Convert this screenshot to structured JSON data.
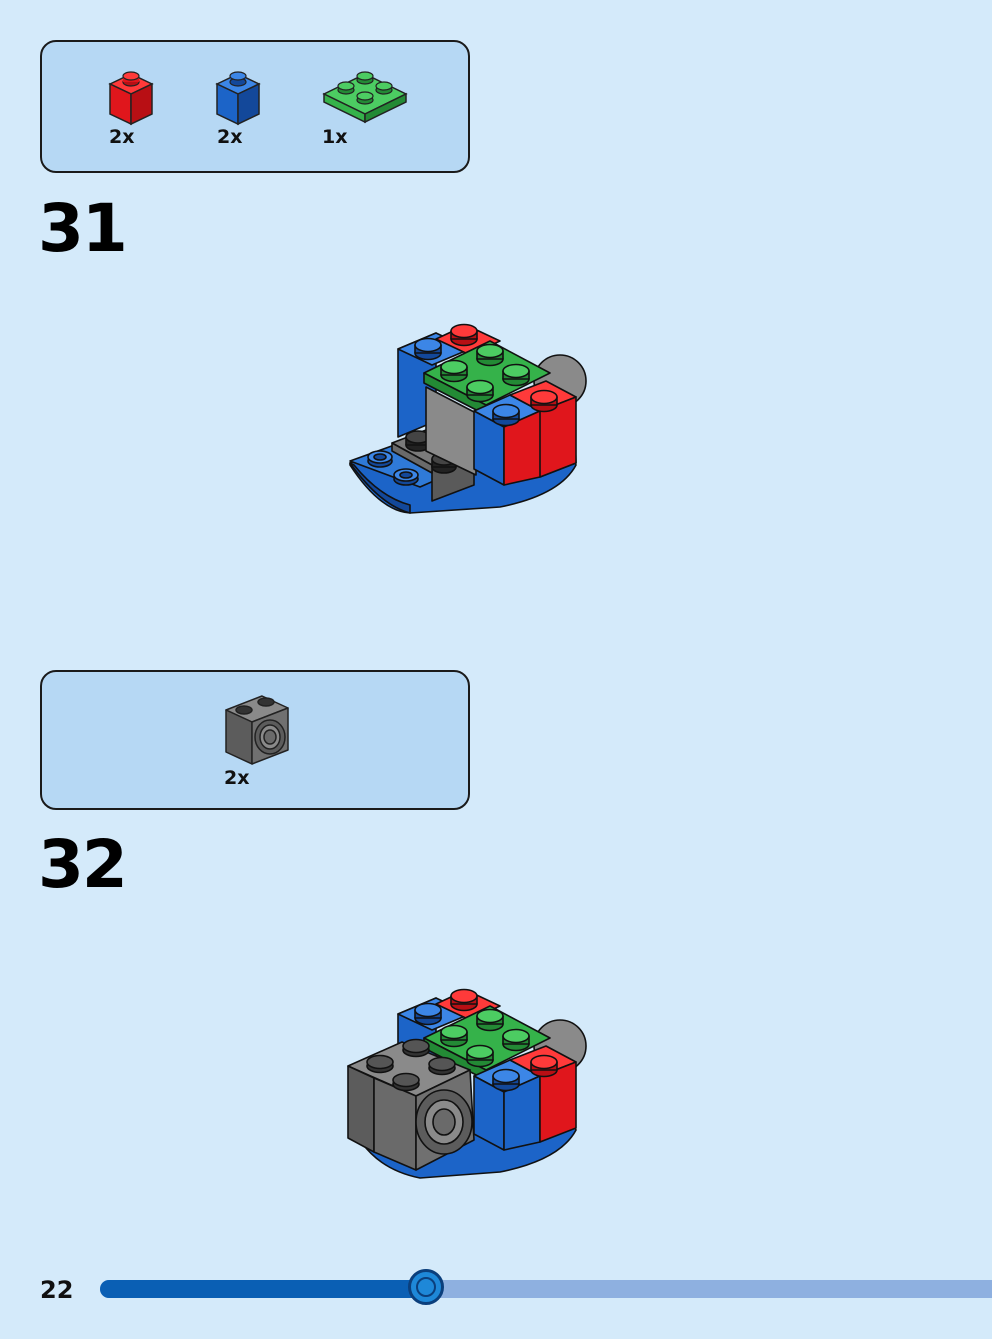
{
  "step_31": {
    "number": "31",
    "parts": [
      {
        "name": "red-1x1-brick",
        "color": "#e0161c",
        "qty": "2x"
      },
      {
        "name": "blue-1x1-brick",
        "color": "#1c64c8",
        "qty": "2x"
      },
      {
        "name": "green-2x2-plate",
        "color": "#35b24a",
        "qty": "1x"
      }
    ]
  },
  "step_32": {
    "number": "32",
    "parts": [
      {
        "name": "gray-technic-brick-with-hole",
        "color": "#6e6e6e",
        "qty": "2x"
      }
    ]
  },
  "footer": {
    "page_number": "22",
    "progress": 0.365
  },
  "colors": {
    "background": "#d4eafa",
    "parts_box": "#b6d8f4",
    "progress_fill": "#0a5fb4",
    "progress_track": "#8eb0e0"
  }
}
